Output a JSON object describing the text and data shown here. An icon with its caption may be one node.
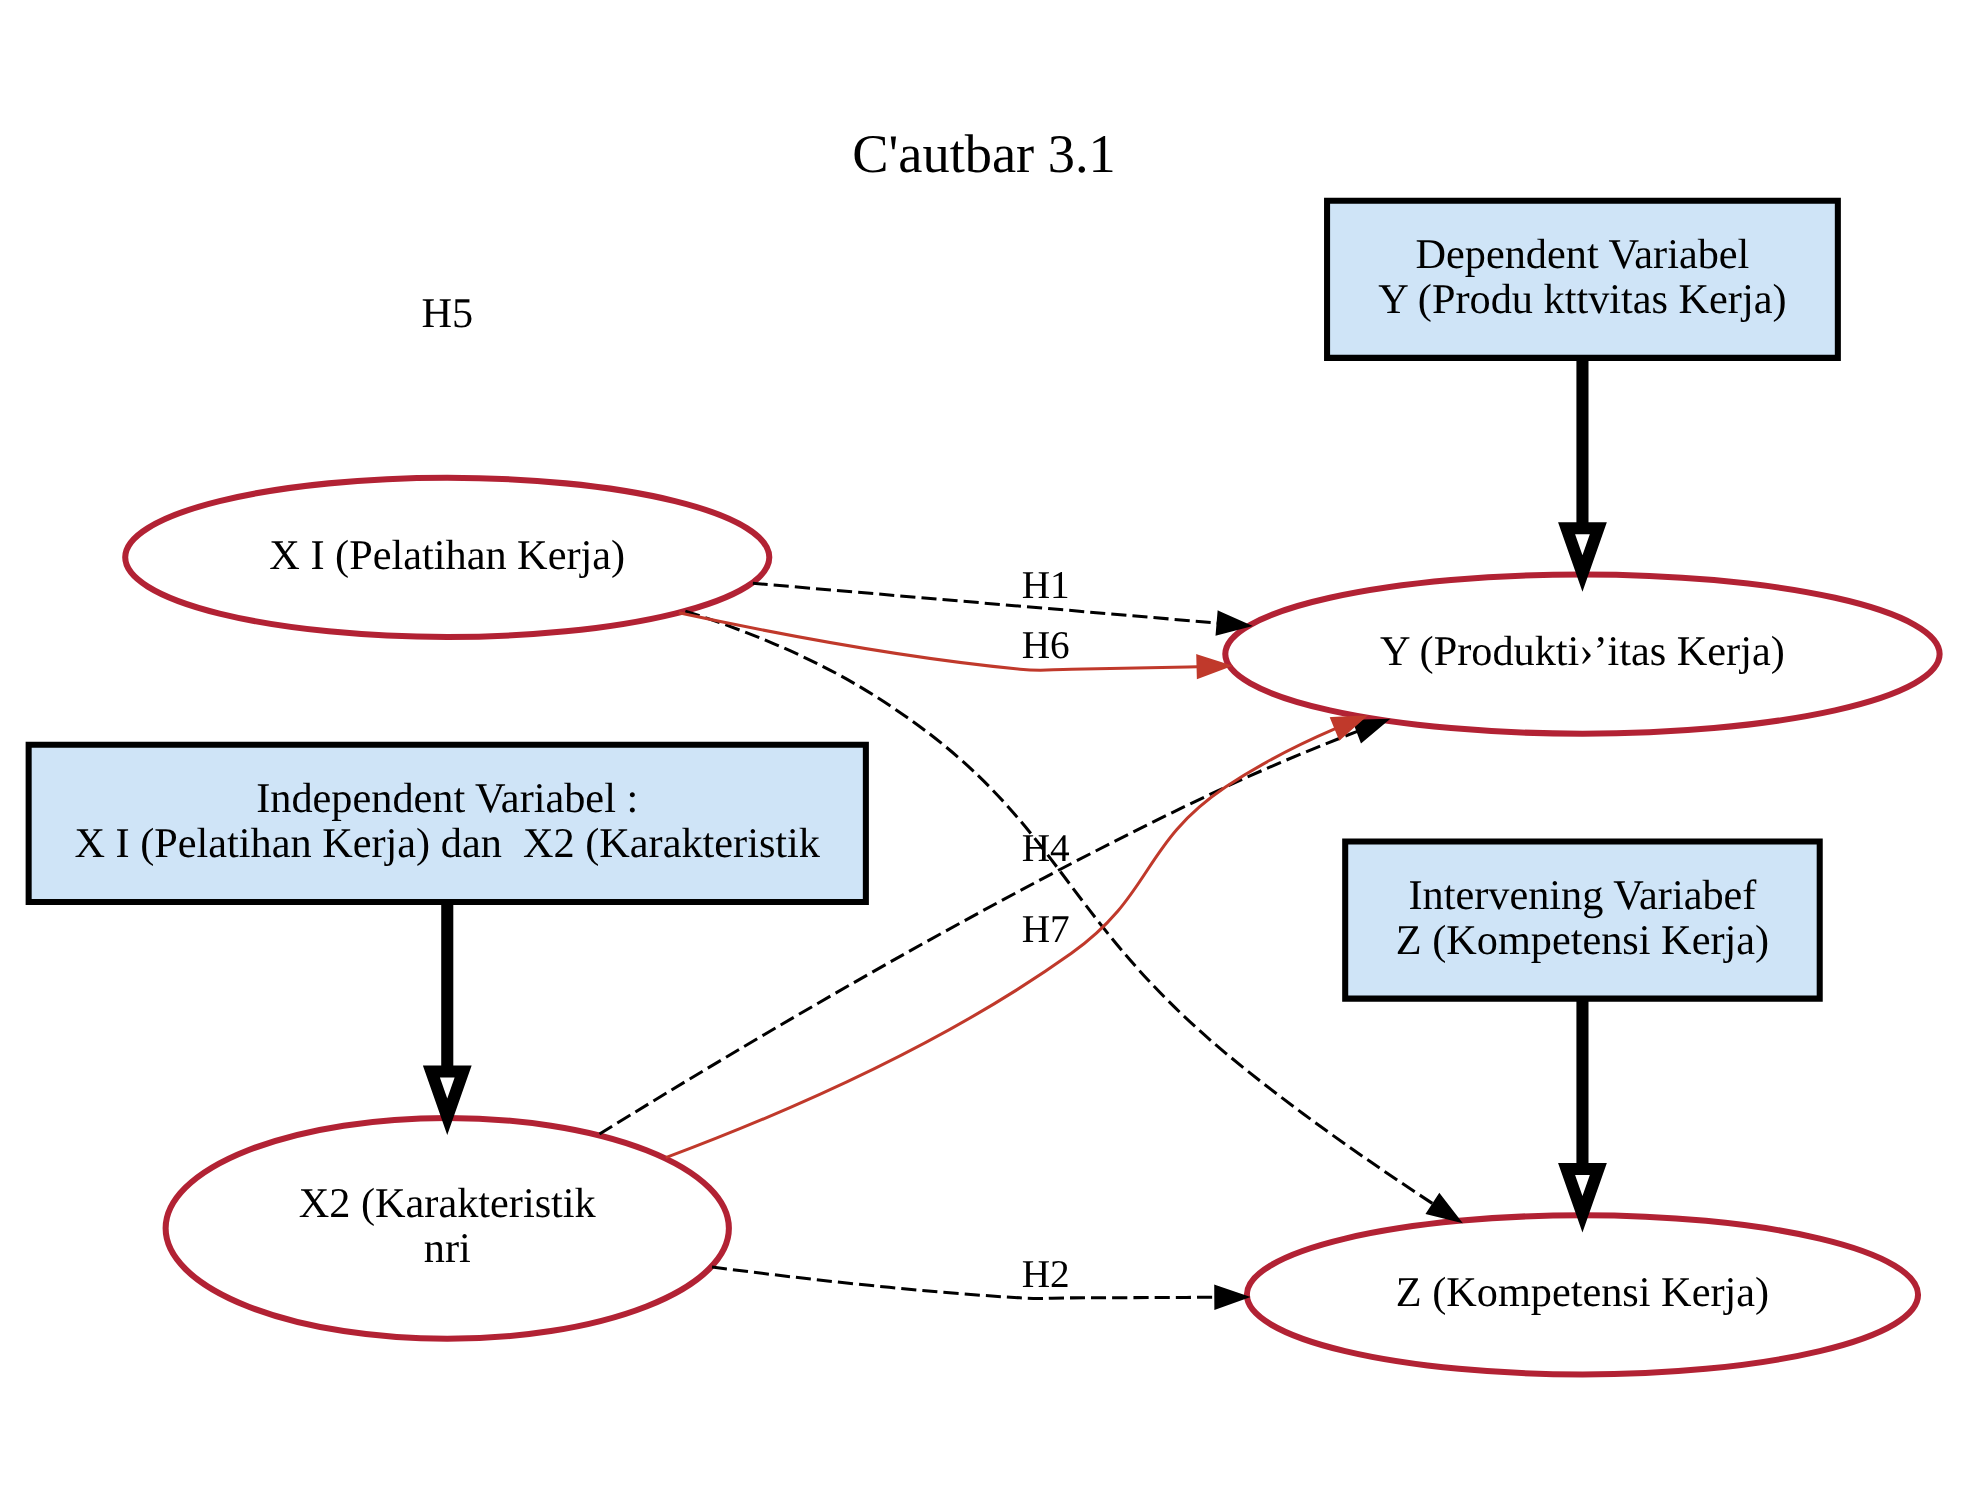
{
  "diagram": {
    "title": "C'autbar 3.1",
    "nodes": [
      {
        "text": [
          "X I (Pelatihan Kerja)"
        ]
      },
      {
        "text": [
          "X2 (Karakteristik",
          "nri"
        ]
      },
      {
        "text": [
          "Z (Kompetensi Kerja)"
        ]
      },
      {
        "text": [
          "Y (Produkti›’itas Kerja)"
        ]
      },
      {
        "text": [
          "Independent Variabel :",
          "X I (Pelatihan Kerja) dan  X2 (Karakteristik"
        ]
      },
      {
        "text": [
          "Intervening Variabef",
          "Z (Kompetensi Kerja)"
        ]
      },
      {
        "text": [
          "Dependent Variabel",
          "Y (Produ kttvitas Kerja)"
        ]
      }
    ],
    "edges": [
      {
        "from": 0,
        "to": 3,
        "arrow": "to",
        "label": "H1",
        "style": "dashed"
      },
      {
        "from": 0,
        "to": 2,
        "arrow": "to",
        "style": "dashed"
      },
      {
        "from": 1,
        "to": 2,
        "arrow": "to",
        "label": "H2",
        "style": "dashed"
      },
      {
        "from": 1,
        "to": 3,
        "arrow": "to",
        "label": "H4",
        "style": "dashed"
      },
      {
        "from": 0,
        "to": 3,
        "arrow": "to",
        "label": "H6",
        "color": "#c0392b"
      },
      {
        "from": 1,
        "to": 3,
        "arrow": "to",
        "label": "H7",
        "color": "#c0392b"
      },
      {
        "from": 4,
        "to": 1,
        "arrow": "to",
        "style": "thick"
      },
      {
        "from": 5,
        "to": 2,
        "arrow": "to",
        "style": "thick"
      },
      {
        "from": 6,
        "to": 3,
        "arrow": "to",
        "style": "thick"
      }
    ],
    "labels": [
      "H5"
    ]
  }
}
